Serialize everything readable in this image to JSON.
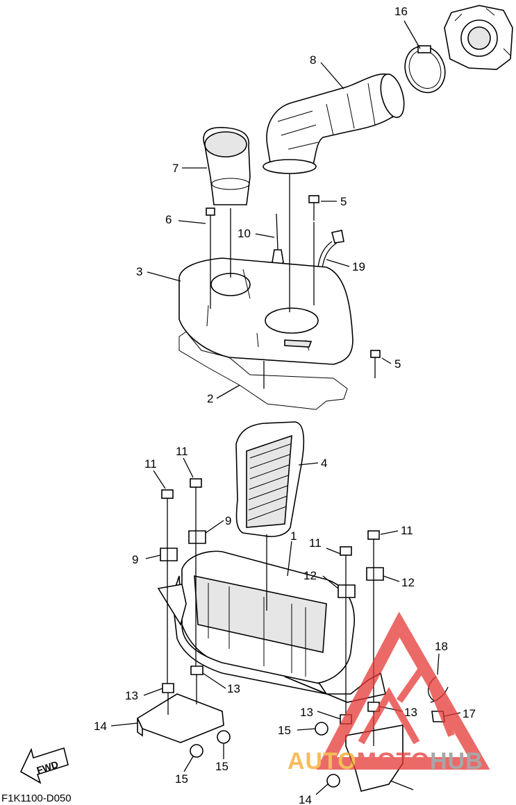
{
  "diagram": {
    "code": "F1K1100-D050",
    "fwd_label": "FWD",
    "callouts": [
      "16",
      "8",
      "7",
      "5",
      "6",
      "10",
      "19",
      "3",
      "5",
      "2",
      "4",
      "11",
      "11",
      "9",
      "1",
      "11",
      "11",
      "9",
      "12",
      "12",
      "18",
      "13",
      "13",
      "13",
      "13",
      "17",
      "14",
      "15",
      "15",
      "15",
      "14"
    ]
  },
  "watermark": {
    "part1": "AUTO",
    "part2": "MOTO",
    "part3": "HUB",
    "colors": {
      "orange": "#f5a623",
      "red": "#e53935",
      "gray": "#8a8a8a"
    }
  }
}
